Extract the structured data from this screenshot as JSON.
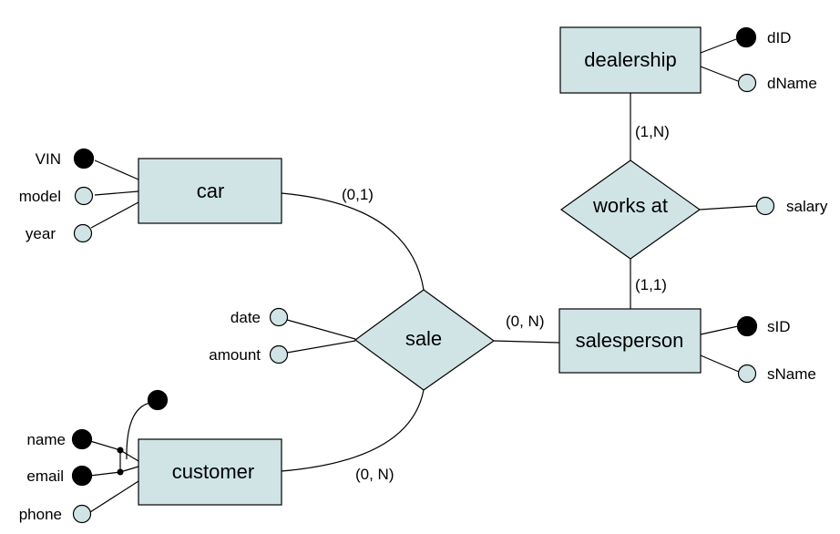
{
  "entities": {
    "dealership": {
      "label": "dealership"
    },
    "car": {
      "label": "car"
    },
    "salesperson": {
      "label": "salesperson"
    },
    "customer": {
      "label": "customer"
    }
  },
  "relationships": {
    "works_at": {
      "label": "works at"
    },
    "sale": {
      "label": "sale"
    }
  },
  "attributes": {
    "dID": {
      "label": "dID",
      "key": true
    },
    "dName": {
      "label": "dName",
      "key": false
    },
    "VIN": {
      "label": "VIN",
      "key": true
    },
    "model": {
      "label": "model",
      "key": false
    },
    "year": {
      "label": "year",
      "key": false
    },
    "salary": {
      "label": "salary",
      "key": false
    },
    "date": {
      "label": "date",
      "key": false
    },
    "amount": {
      "label": "amount",
      "key": false
    },
    "sID": {
      "label": "sID",
      "key": true
    },
    "sName": {
      "label": "sName",
      "key": false
    },
    "name": {
      "label": "name",
      "key": true
    },
    "email": {
      "label": "email",
      "key": true
    },
    "phone": {
      "label": "phone",
      "key": false
    },
    "composite_key": {
      "label": "",
      "key": true
    }
  },
  "cardinalities": {
    "dealership_works": "(1,N)",
    "salesperson_works": "(1,1)",
    "car_sale": "(0,1)",
    "salesperson_sale": "(0, N)",
    "customer_sale": "(0, N)"
  },
  "colors": {
    "fill": "#d0e4e6",
    "stroke": "#000000",
    "key_fill": "#000000"
  }
}
